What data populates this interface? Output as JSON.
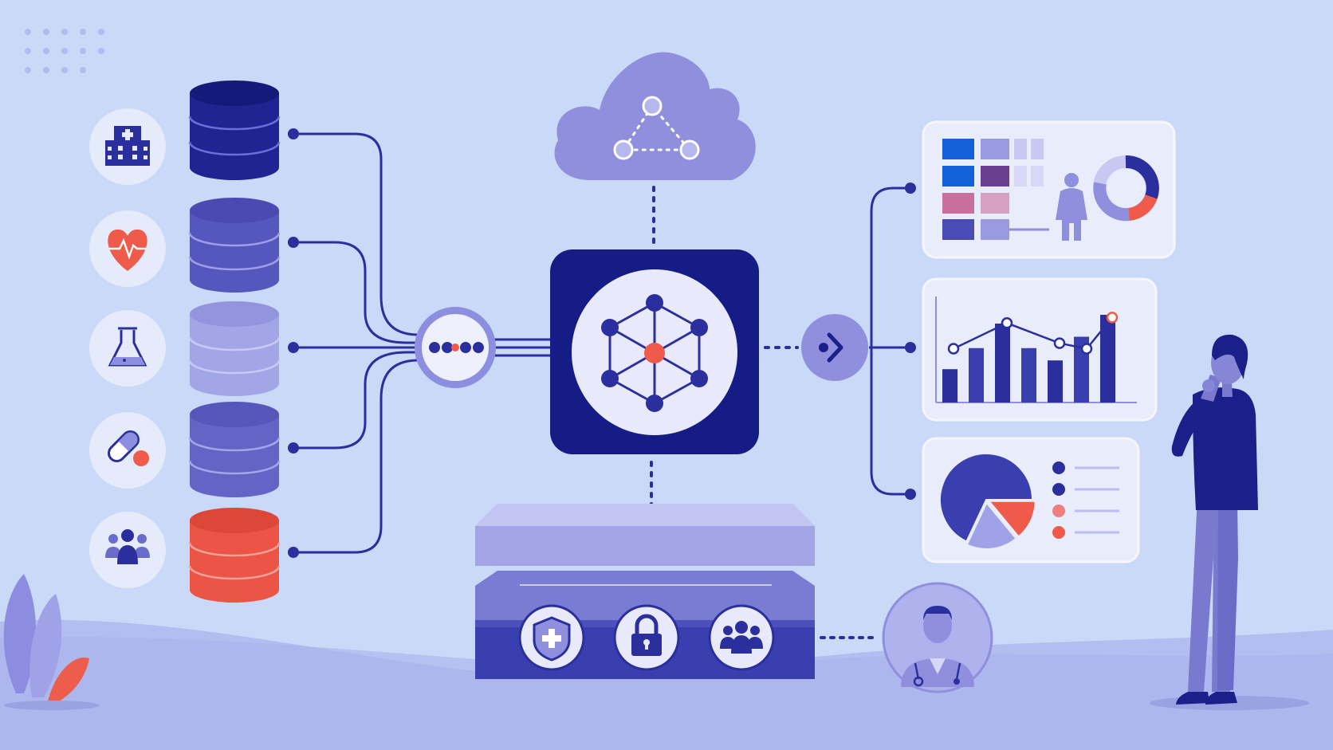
{
  "colors": {
    "background": "#c9d9f7",
    "navy": "#1a1f8a",
    "indigo": "#3a3fb0",
    "periwinkle": "#8f8fde",
    "lavender": "#b9bdf0",
    "coral": "#ef5a4a",
    "panel": "#e8ecfb",
    "ground": "#b3bdf0"
  },
  "sources": [
    {
      "icon": "hospital-icon",
      "db_color": "#1e2592"
    },
    {
      "icon": "heart-pulse-icon",
      "db_color": "#5656bf"
    },
    {
      "icon": "lab-flask-icon",
      "db_color": "#a3a6e6"
    },
    {
      "icon": "pill-capsule-icon",
      "db_color": "#6464c6"
    },
    {
      "icon": "patients-group-icon",
      "db_color": "#ec5446"
    }
  ],
  "cloud": {
    "icon": "cloud-network-icon"
  },
  "hub": {
    "icon": "network-graph-icon"
  },
  "security_layer": {
    "icons": [
      "shield-medical-icon",
      "padlock-icon",
      "team-icon"
    ]
  },
  "dashboards": {
    "heatmap": {
      "icons": [
        "heatmap-grid-icon",
        "person-icon",
        "donut-chart-icon"
      ]
    },
    "trend": {
      "bars": [
        0.38,
        0.62,
        0.9,
        0.62,
        0.48,
        0.75,
        1.0
      ],
      "line": [
        0.5,
        0.78,
        0.56,
        0.5,
        0.84
      ]
    },
    "pie": {
      "slices": [
        0.68,
        0.14,
        0.18
      ],
      "legend_colors": [
        "#2b2f9e",
        "#2b2f9e",
        "#ee7e7e",
        "#ef5a4a"
      ]
    }
  },
  "viewer": {
    "icon": "doctor-avatar-icon"
  }
}
